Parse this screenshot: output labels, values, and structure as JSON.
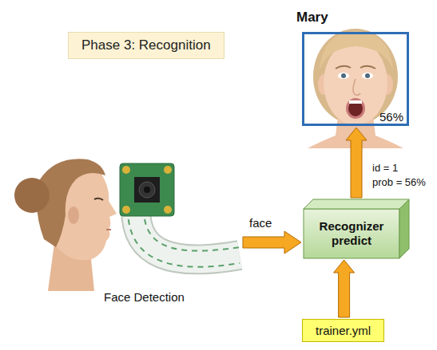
{
  "diagram": {
    "nodes": [
      {
        "text": [
          "Phase 3: Recognition"
        ]
      },
      {
        "text": [
          "Mary",
          "56%"
        ]
      },
      {
        "text": [
          "Recognizer predict"
        ]
      },
      {
        "text": [
          "trainer.yml"
        ]
      }
    ],
    "edges": [
      {
        "from": 3,
        "to": 2,
        "arrow": "to"
      },
      {
        "from": 2,
        "to": 1,
        "arrow": "to"
      }
    ],
    "labels": [
      "Face Detection",
      "face",
      "id = 1",
      "prob = 56%"
    ]
  }
}
